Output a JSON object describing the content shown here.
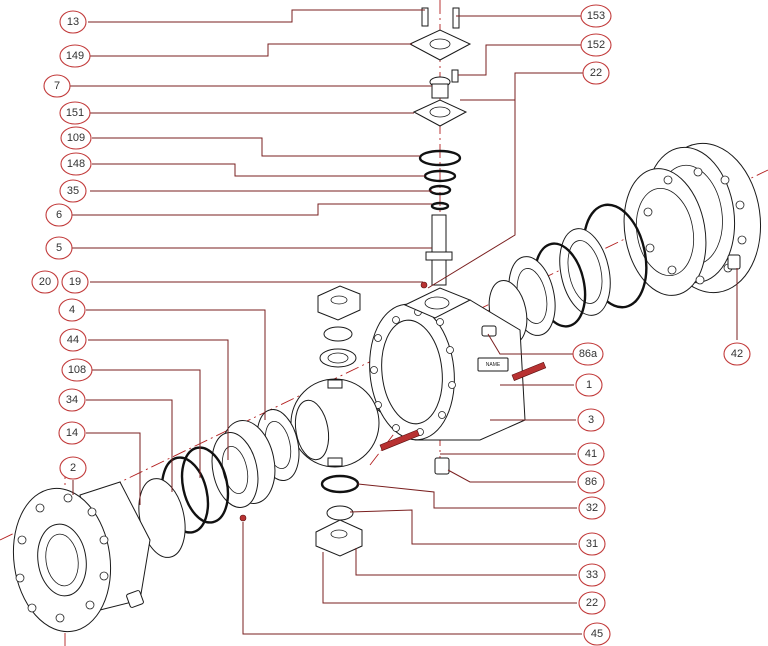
{
  "callouts": [
    "13",
    "153",
    "149",
    "152",
    "7",
    "22",
    "151",
    "109",
    "148",
    "35",
    "6",
    "5",
    "20",
    "19",
    "4",
    "44",
    "108",
    "34",
    "14",
    "2",
    "86a",
    "42",
    "1",
    "3",
    "41",
    "86",
    "32",
    "31",
    "33",
    "22",
    "45"
  ],
  "nameplate": "NAME"
}
